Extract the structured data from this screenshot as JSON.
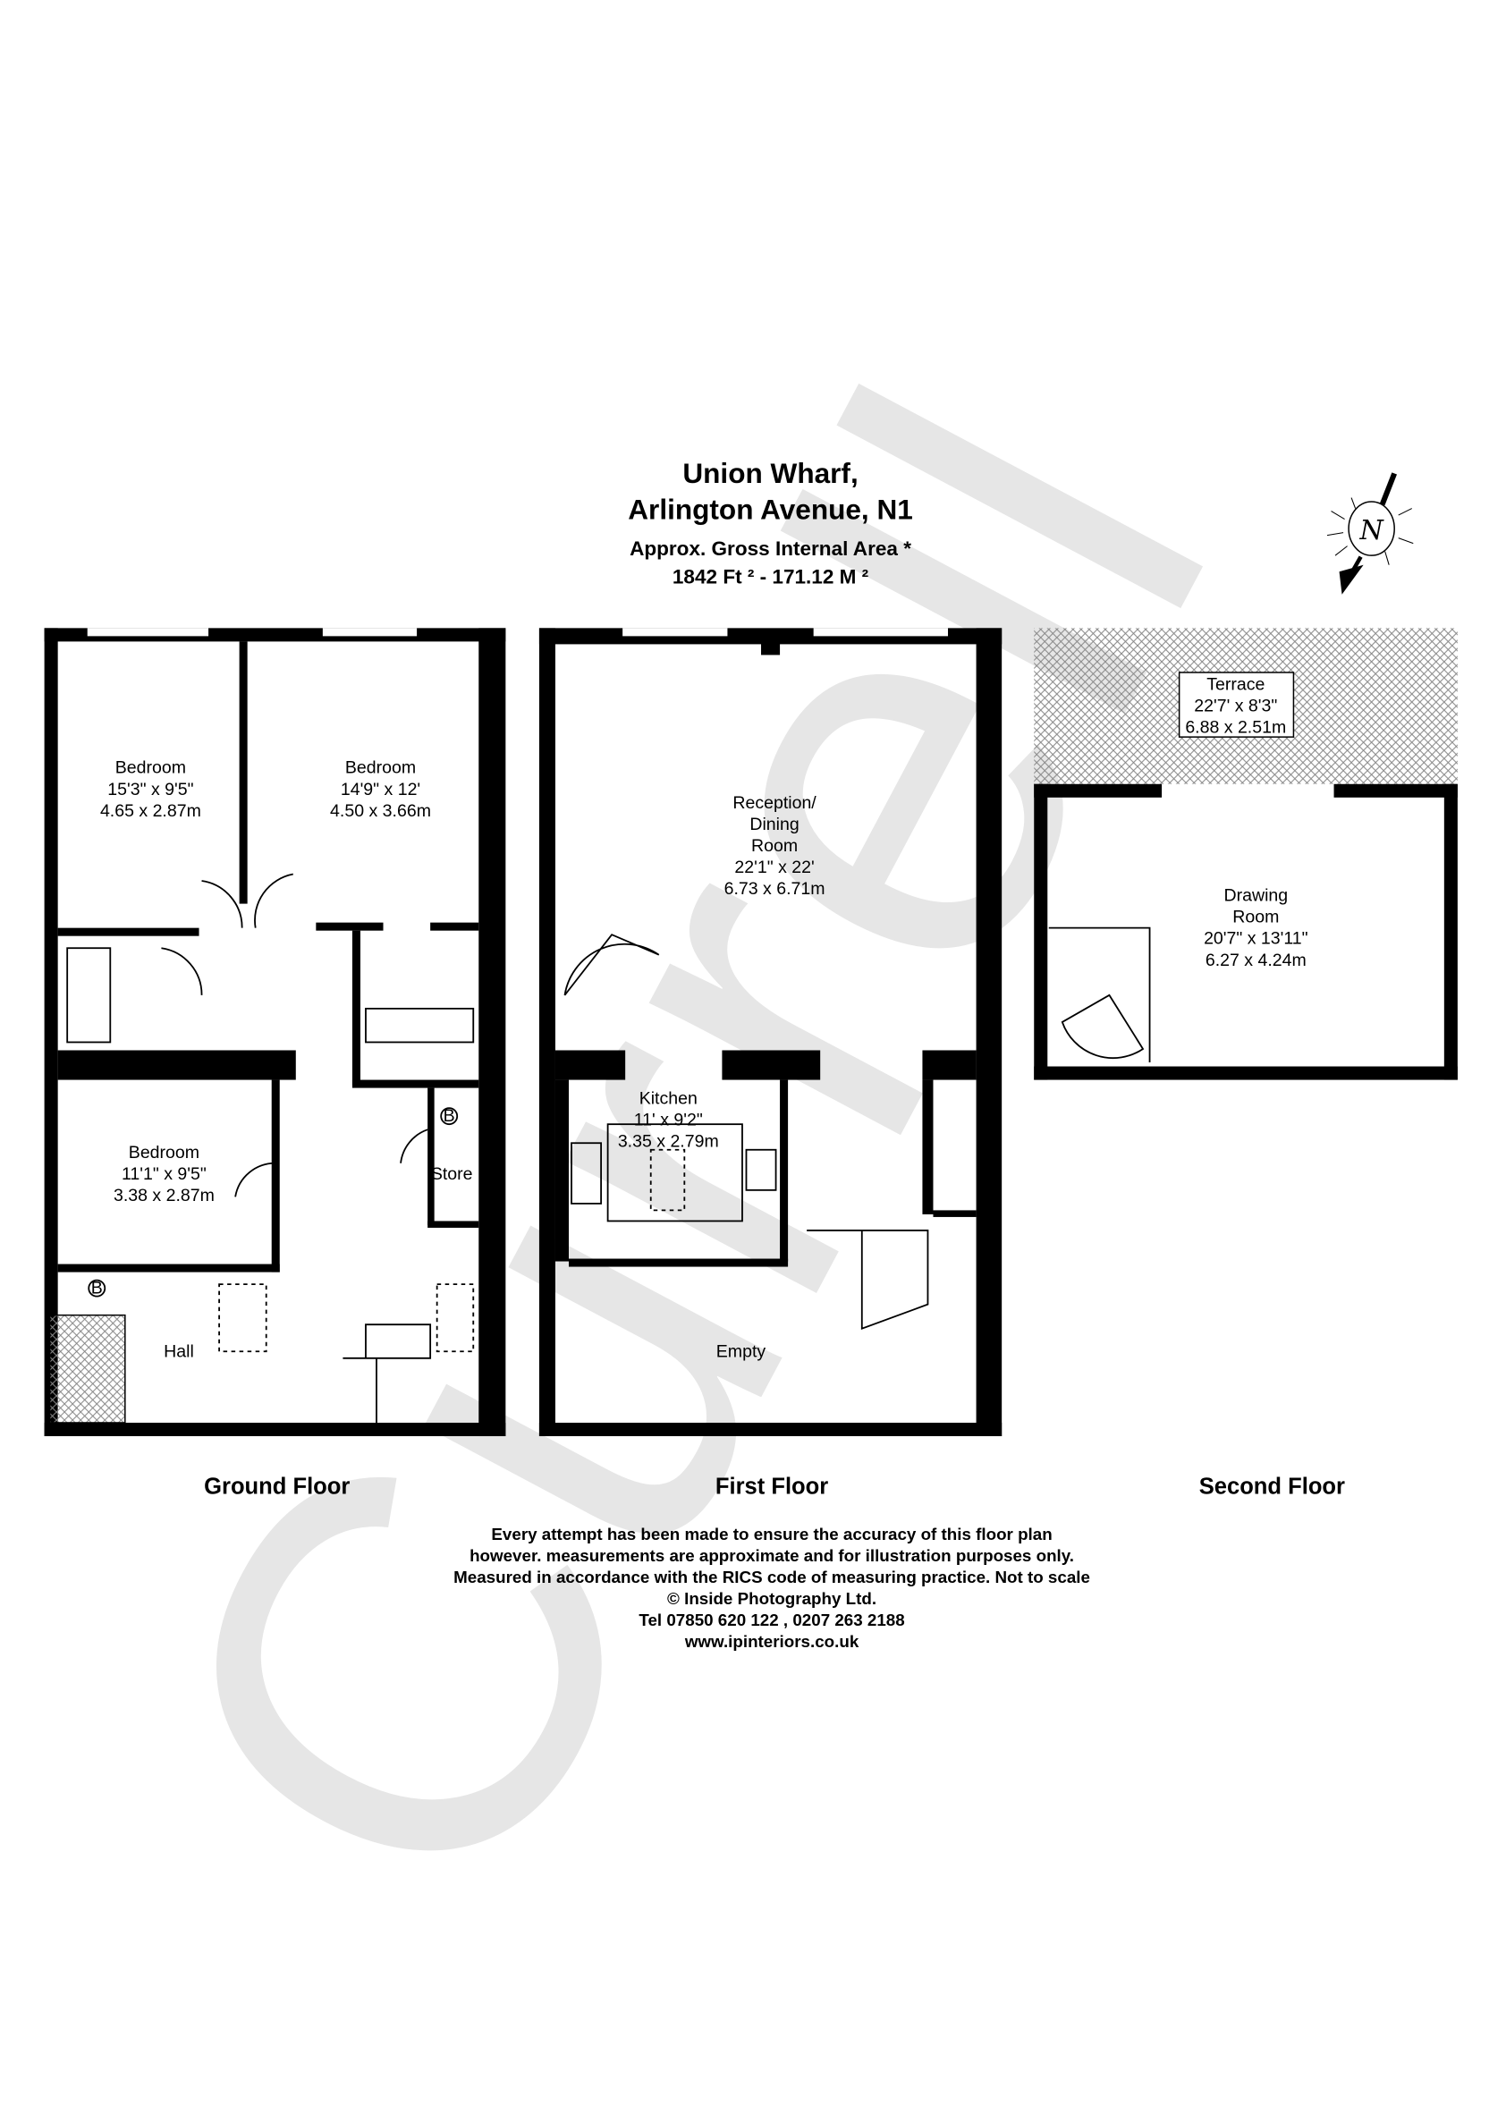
{
  "header": {
    "line1": "Union Wharf,",
    "line2": "Arlington Avenue, N1",
    "area_label": "Approx. Gross Internal Area *",
    "area_value": "1842 Ft ²  -  171.12 M ²"
  },
  "compass": {
    "letter": "N",
    "icon": "north-arrow-icon"
  },
  "watermark": "Currell",
  "colors": {
    "walls": "#000000",
    "watermark": "#e6e6e6",
    "hatch": "#888888"
  },
  "floors": {
    "ground": {
      "label": "Ground Floor",
      "rooms": [
        {
          "name": "Bedroom",
          "imperial": "15'3\" x 9'5\"",
          "metric": "4.65 x 2.87m"
        },
        {
          "name": "Bedroom",
          "imperial": "14'9\" x 12'",
          "metric": "4.50 x 3.66m"
        },
        {
          "name": "Bedroom",
          "imperial": "11'1\" x 9'5\"",
          "metric": "3.38 x 2.87m"
        }
      ],
      "store": "Store",
      "hall": "Hall",
      "boiler": "B"
    },
    "first": {
      "label": "First Floor",
      "reception": {
        "l1": "Reception/",
        "l2": "Dining",
        "l3": "Room",
        "imperial": "22'1\" x 22'",
        "metric": "6.73 x 6.71m"
      },
      "kitchen": {
        "name": "Kitchen",
        "imperial": "11' x 9'2\"",
        "metric": "3.35 x 2.79m"
      },
      "empty": "Empty"
    },
    "second": {
      "label": "Second Floor",
      "terrace": {
        "name": "Terrace",
        "imperial": "22'7' x 8'3\"",
        "metric": "6.88 x 2.51m"
      },
      "drawing": {
        "l1": "Drawing",
        "l2": "Room",
        "imperial": "20'7\" x 13'11\"",
        "metric": "6.27 x 4.24m"
      }
    }
  },
  "disclaimer": [
    "Every attempt has been made to ensure the accuracy of this floor plan",
    "however. measurements are approximate and for illustration purposes only.",
    "Measured in accordance with the RICS code of measuring practice. Not to scale",
    "© Inside Photography Ltd.",
    "Tel 07850 620 122 , 0207 263 2188",
    "www.ipinteriors.co.uk"
  ]
}
